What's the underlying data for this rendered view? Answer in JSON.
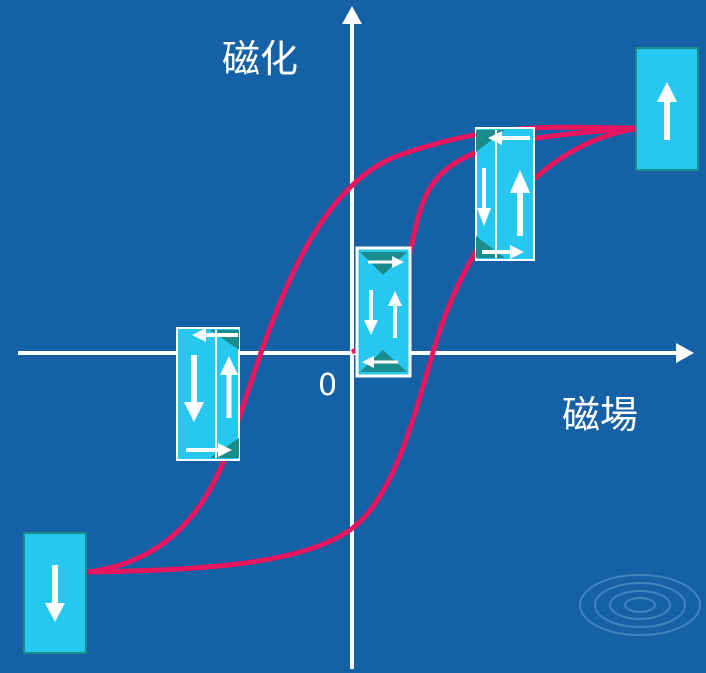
{
  "axes": {
    "y_label": "磁化",
    "x_label": "磁場",
    "origin_label": "0"
  },
  "colors": {
    "background": "#1561a6",
    "curve": "#e8155f",
    "axis": "#ffffff",
    "domain_box": "#27c8f0",
    "domain_edge": "#1a8c8c"
  },
  "icons": {
    "negative_saturation": "arrow-down-icon",
    "positive_saturation": "arrow-up-icon",
    "ripple": "water-ripple-icon"
  }
}
